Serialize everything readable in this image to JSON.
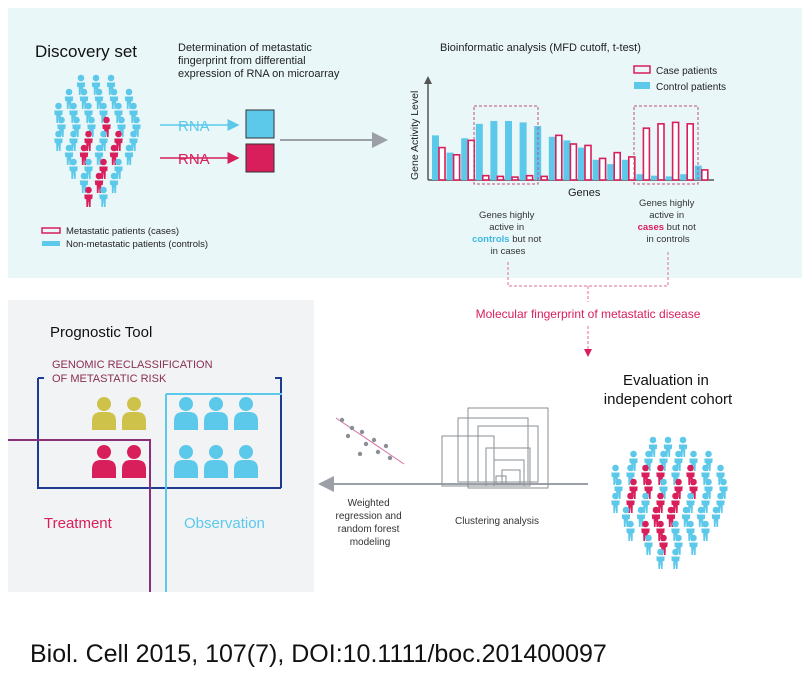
{
  "colors": {
    "case": "#d81e5b",
    "control": "#5cc9ea",
    "top_bg": "#e9f7f9",
    "bottom_bg": "#f1f3f5",
    "navy": "#1f3a93",
    "gold": "#cfc24a",
    "purple": "#8b2e7c",
    "arrow_gray": "#9aa0a6"
  },
  "discovery": {
    "title": "Discovery set",
    "description": [
      "Determination of metastatic",
      "fingerprint from differential",
      "expression of RNA on microarray"
    ],
    "rna_top": "RNA",
    "rna_bottom": "RNA",
    "legend_cases": "Metastatic patients (cases)",
    "legend_controls": "Non-metastatic patients (controls)"
  },
  "bioinformatic": {
    "title": "Bioinformatic analysis (MFD cutoff, t-test)",
    "legend_case": "Case patients",
    "legend_control": "Control patients",
    "y_label": "Gene Activity Level",
    "x_label": "Genes",
    "note_controls": {
      "line1": "Genes highly",
      "line2": "active in",
      "highlight": "controls",
      "rest": " but not",
      "line4": "in cases"
    },
    "note_cases": {
      "line1": "Genes highly",
      "line2": "active in",
      "highlight": "cases",
      "rest": " but not",
      "line4": "in controls"
    }
  },
  "chart_data": {
    "type": "bar",
    "xlabel": "Genes",
    "ylabel": "Gene Activity Level",
    "series": [
      {
        "name": "Case patients",
        "values": [
          0.45,
          0.35,
          0.55,
          0.06,
          0.05,
          0.04,
          0.06,
          0.05,
          0.62,
          0.5,
          0.48,
          0.3,
          0.38,
          0.32,
          0.72,
          0.78,
          0.8,
          0.78,
          0.14
        ]
      },
      {
        "name": "Control patients",
        "values": [
          0.62,
          0.38,
          0.58,
          0.78,
          0.82,
          0.82,
          0.8,
          0.75,
          0.6,
          0.55,
          0.45,
          0.28,
          0.22,
          0.28,
          0.08,
          0.06,
          0.05,
          0.08,
          0.2
        ]
      }
    ]
  },
  "fingerprint_label": "Molecular fingerprint of metastatic disease",
  "evaluation": {
    "line1": "Evaluation in",
    "line2": "independent cohort"
  },
  "clustering_label": "Clustering analysis",
  "regression_label": [
    "Weighted",
    "regression and",
    "random forest",
    "modeling"
  ],
  "prognostic": {
    "title": "Prognostic Tool",
    "genomic": [
      "GENOMIC RECLASSIFICATION",
      "OF METASTATIC RISK"
    ],
    "treatment": "Treatment",
    "observation": "Observation"
  },
  "citation": "Biol. Cell 2015, 107(7), DOI:10.1111/boc.201400097"
}
